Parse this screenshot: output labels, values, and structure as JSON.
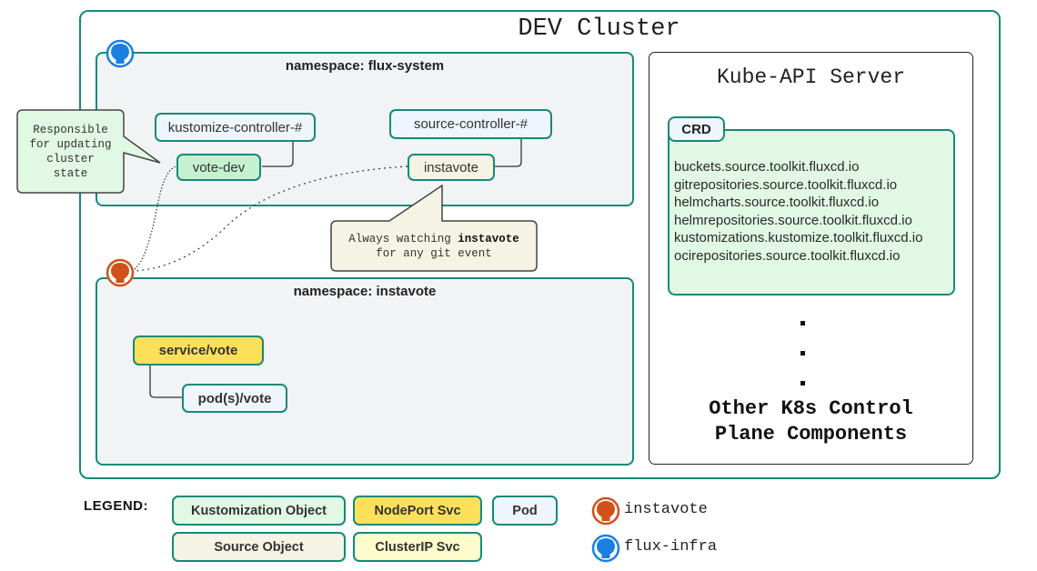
{
  "cluster": {
    "title": "DEV Cluster"
  },
  "flux_namespace": {
    "title": "namespace: flux-system",
    "repo_icon": "github-icon-flux-infra",
    "nodes": {
      "kustomize_controller": "kustomize-controller-#",
      "vote_dev": "vote-dev",
      "source_controller": "source-controller-#",
      "instavote": "instavote"
    }
  },
  "instavote_namespace": {
    "title": "namespace: instavote",
    "repo_icon": "github-icon-instavote",
    "nodes": {
      "service": "service/vote",
      "pods": "pod(s)/vote"
    }
  },
  "callouts": {
    "responsible": [
      "Responsible",
      "for updating",
      "cluster",
      "state"
    ],
    "watching_prefix": "Always watching ",
    "watching_bold": "instavote",
    "watching_line2": "for any git event"
  },
  "api_server": {
    "title": "Kube-API Server",
    "crd_label": "CRD",
    "crds": [
      "buckets.source.toolkit.fluxcd.io",
      "gitrepositories.source.toolkit.fluxcd.io",
      "helmcharts.source.toolkit.fluxcd.io",
      "helmrepositories.source.toolkit.fluxcd.io",
      "kustomizations.kustomize.toolkit.fluxcd.io",
      "ocirepositories.source.toolkit.fluxcd.io"
    ],
    "other_line1": "Other K8s Control",
    "other_line2": "Plane Components"
  },
  "legend": {
    "label": "LEGEND:",
    "items": [
      {
        "label": "Kustomization Object",
        "kind": "kustomization"
      },
      {
        "label": "NodePort Svc",
        "kind": "nodeport"
      },
      {
        "label": "Pod",
        "kind": "pod"
      },
      {
        "label": "Source Object",
        "kind": "source"
      },
      {
        "label": "ClusterIP Svc",
        "kind": "clusterip"
      }
    ],
    "repos": [
      {
        "label": "instavote",
        "color": "#d2501a"
      },
      {
        "label": "flux-infra",
        "color": "#1a7fe0"
      }
    ]
  },
  "colors": {
    "border_teal": "#148a78",
    "kustomization": "#c4f2cf",
    "nodeport": "#fde05a",
    "pod": "#eef5fd",
    "source": "#f5f3e3",
    "clusterip": "#fefbcc",
    "instavote_repo": "#d2501a",
    "flux_infra_repo": "#1a7fe0"
  }
}
